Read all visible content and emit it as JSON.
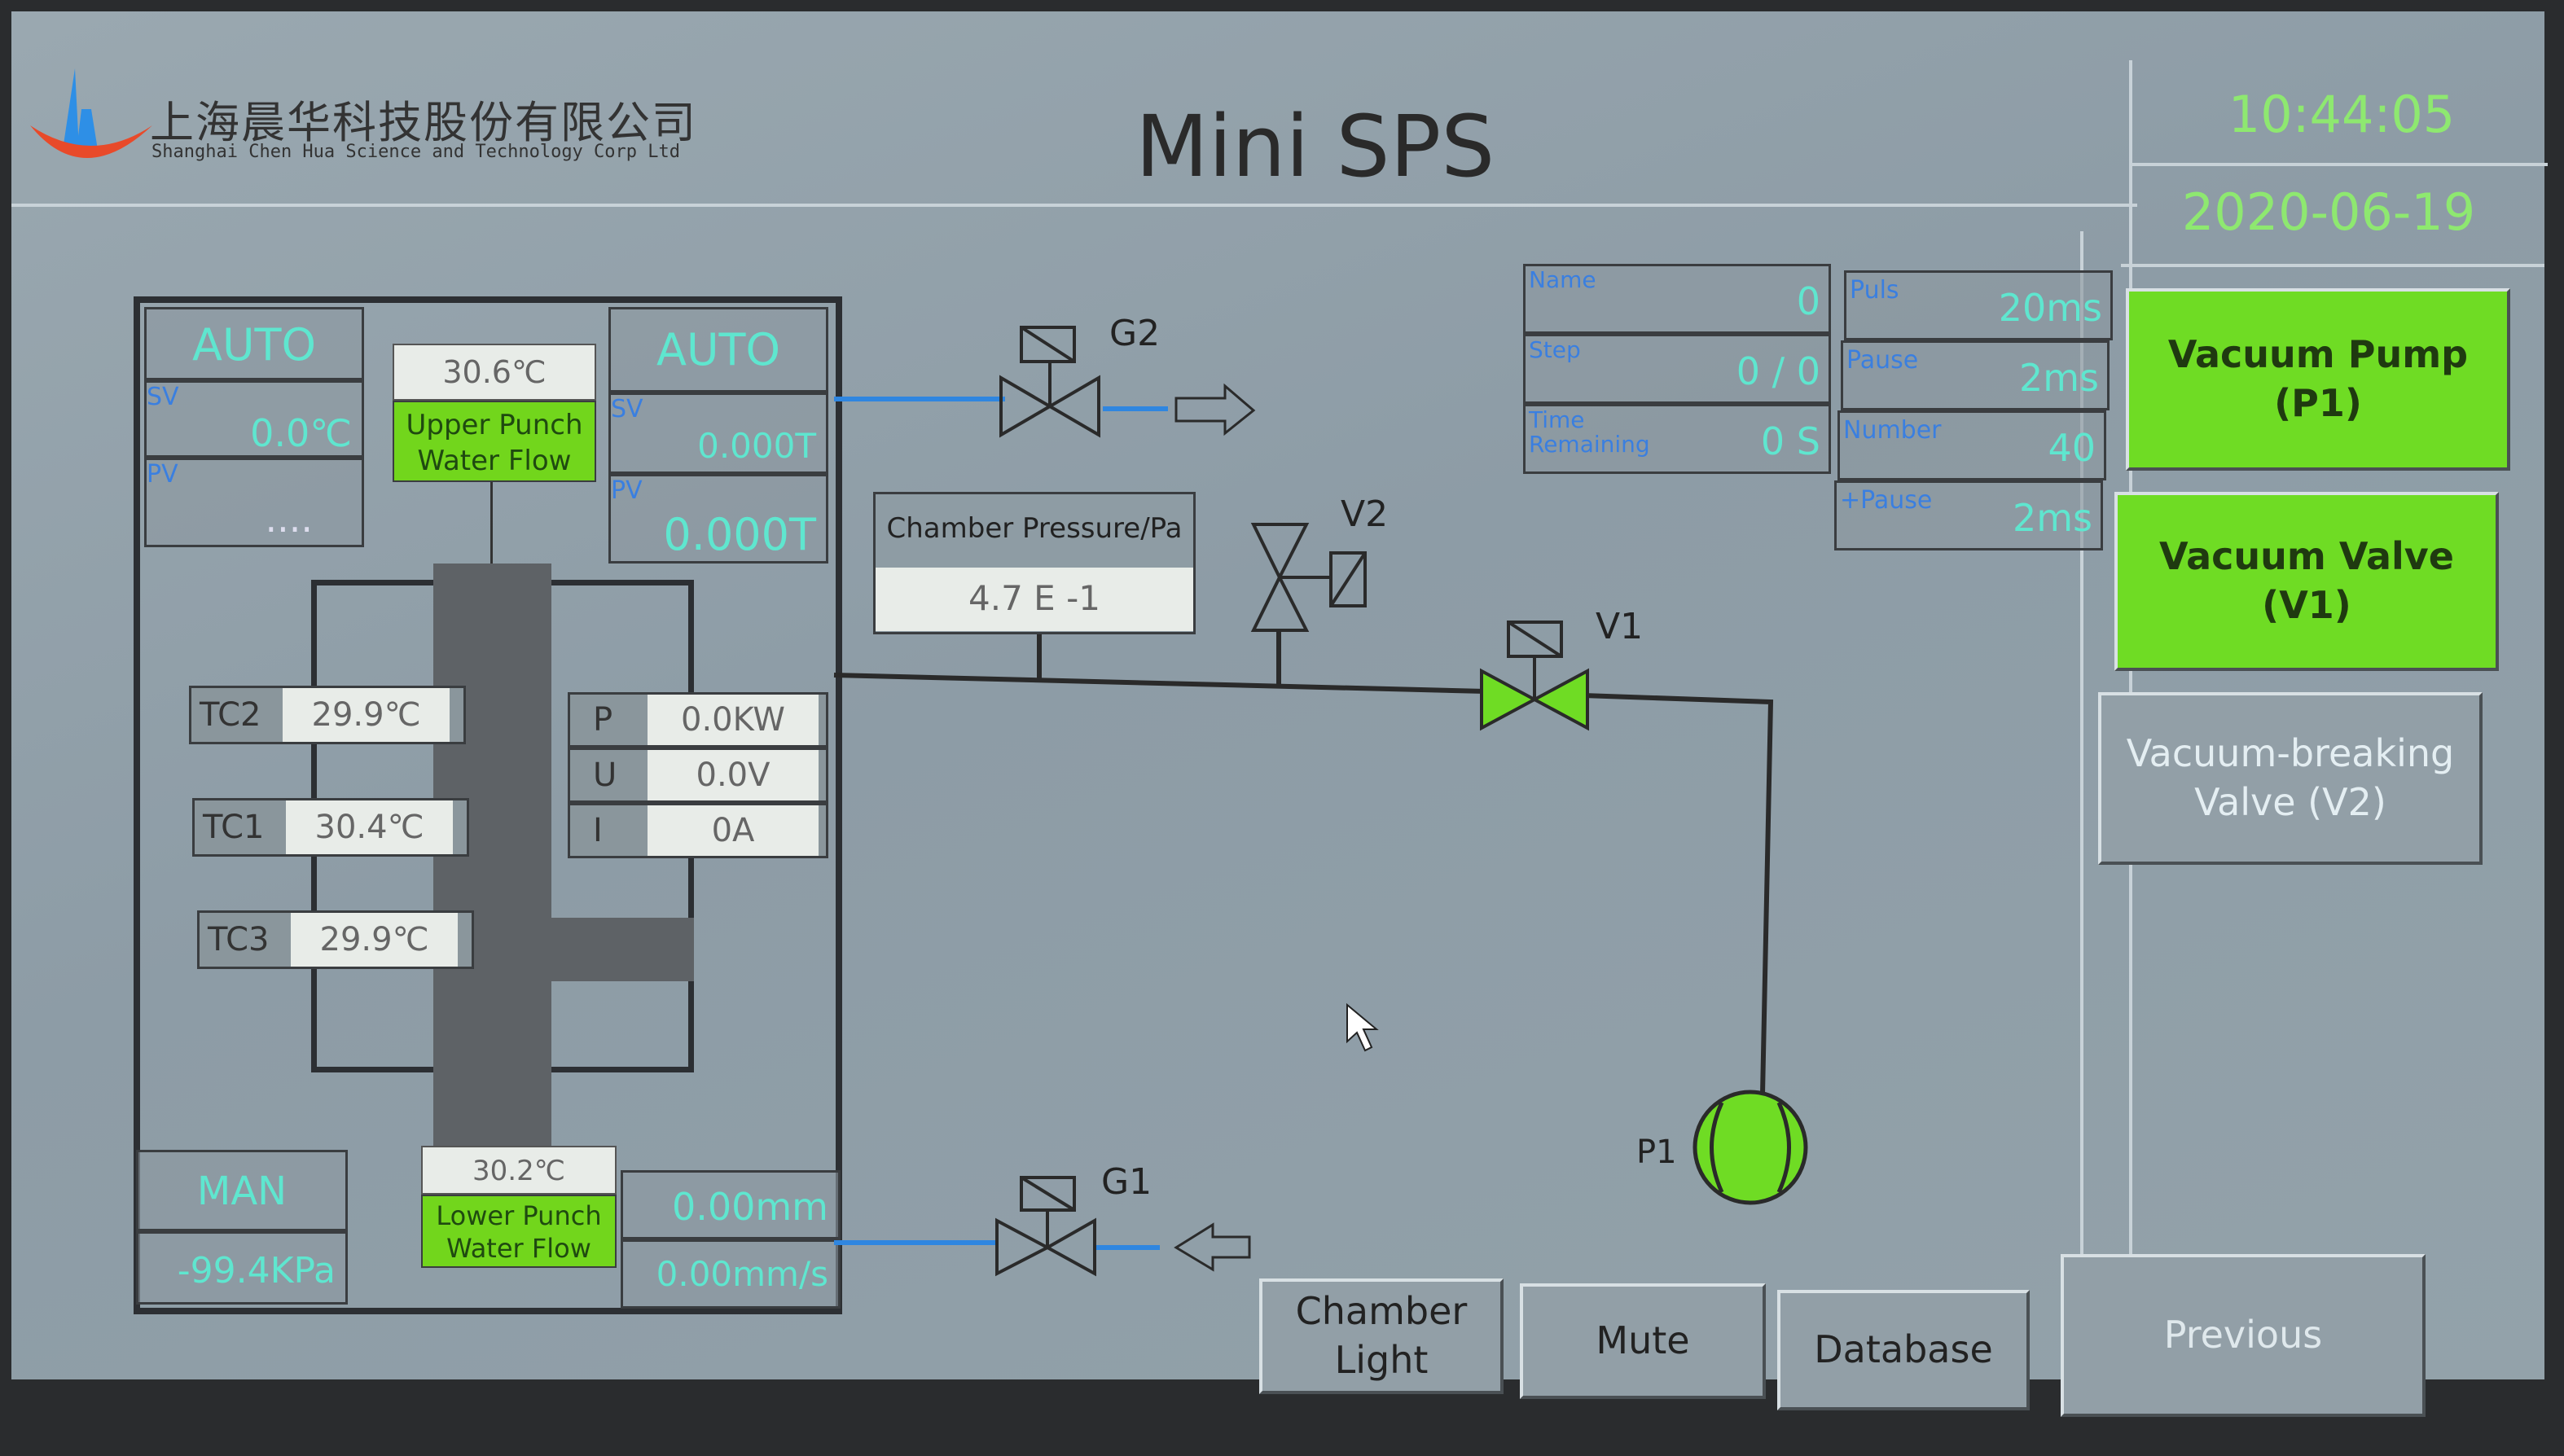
{
  "header": {
    "company_cn": "上海晨华科技股份有限公司",
    "company_en": "Shanghai Chen Hua Science and Technology Corp Ltd",
    "title": "Mini SPS",
    "time": "10:44:05",
    "date": "2020-06-19"
  },
  "left_panel": {
    "upper_temp": {
      "mode": "AUTO",
      "sv_label": "SV",
      "sv": "0.0℃",
      "pv_label": "PV",
      "pv": "...."
    },
    "upper_water": {
      "temp": "30.6℃",
      "label": "Upper Punch Water Flow"
    },
    "pressure_ctrl": {
      "mode": "AUTO",
      "sv_label": "SV",
      "sv": "0.000T",
      "pv_label": "PV",
      "pv": "0.000T"
    },
    "thermocouples": [
      {
        "label": "TC2",
        "value": "29.9℃"
      },
      {
        "label": "TC1",
        "value": "30.4℃"
      },
      {
        "label": "TC3",
        "value": "29.9℃"
      }
    ],
    "power": [
      {
        "label": "P",
        "value": "0.0KW"
      },
      {
        "label": "U",
        "value": "0.0V"
      },
      {
        "label": "I",
        "value": "0A"
      }
    ],
    "vacuum": {
      "mode": "MAN",
      "value": "-99.4KPa"
    },
    "lower_water": {
      "temp": "30.2℃",
      "label": "Lower Punch Water Flow"
    },
    "displacement": "0.00mm",
    "speed": "0.00mm/s"
  },
  "process": {
    "chamber_label": "Chamber Pressure/Pa",
    "chamber_value": "4.7 E -1",
    "valves": {
      "g2": "G2",
      "v2": "V2",
      "v1": "V1",
      "g1": "G1",
      "p1": "P1"
    },
    "colors": {
      "active": "#6fdc24",
      "pipe_blue": "#2f86e0"
    }
  },
  "program": [
    {
      "label": "Name",
      "value": "0"
    },
    {
      "label": "Step",
      "value": "0 / 0"
    },
    {
      "label": "Time Remaining",
      "value": "0 S"
    }
  ],
  "pulse": [
    {
      "label": "Puls",
      "value": "20ms"
    },
    {
      "label": "Pause",
      "value": "2ms"
    },
    {
      "label": "Number",
      "value": "40"
    },
    {
      "label": "+Pause",
      "value": "2ms"
    }
  ],
  "buttons": {
    "vacuum_pump": "Vacuum Pump (P1)",
    "vacuum_valve": "Vacuum Valve (V1)",
    "vacuum_breaking": "Vacuum-breaking Valve (V2)",
    "chamber_light": "Chamber Light",
    "mute": "Mute",
    "database": "Database",
    "previous": "Previous"
  }
}
